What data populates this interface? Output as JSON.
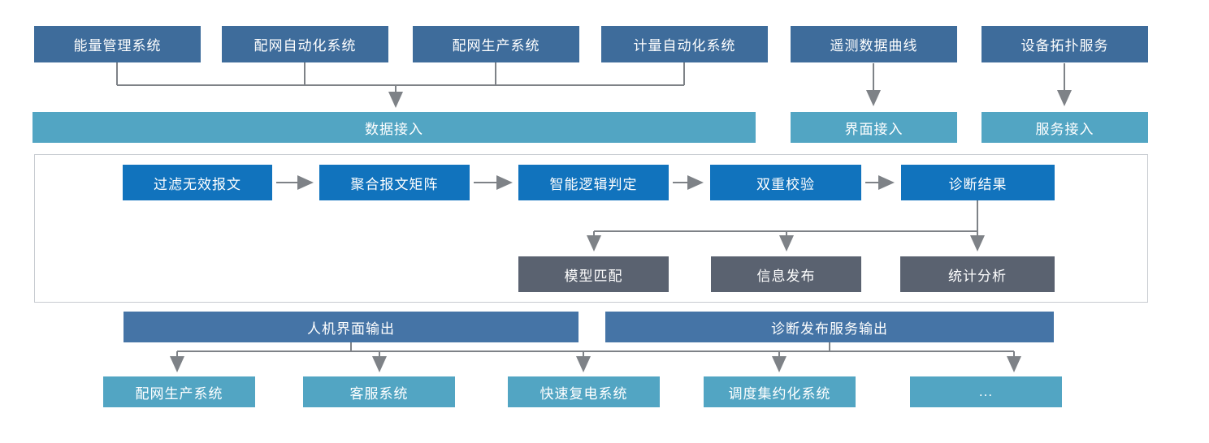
{
  "colors": {
    "source_box": "#3e6c9b",
    "access_box": "#52a5c3",
    "process_box": "#1173bd",
    "analysis_box": "#5a6270",
    "output_box": "#4574a6",
    "connector": "#7e8287",
    "container_border": "#c7cbd0",
    "background": "#ffffff"
  },
  "source_systems": [
    "能量管理系统",
    "配网自动化系统",
    "配网生产系统",
    "计量自动化系统",
    "遥测数据曲线",
    "设备拓扑服务"
  ],
  "access_layer": {
    "data": "数据接入",
    "ui": "界面接入",
    "service": "服务接入"
  },
  "process_flow": [
    "过滤无效报文",
    "聚合报文矩阵",
    "智能逻辑判定",
    "双重校验",
    "诊断结果"
  ],
  "analysis_outputs": [
    "模型匹配",
    "信息发布",
    "统计分析"
  ],
  "output_channels": [
    "人机界面输出",
    "诊断发布服务输出"
  ],
  "target_systems": [
    "配网生产系统",
    "客服系统",
    "快速复电系统",
    "调度集约化系统",
    "..."
  ]
}
